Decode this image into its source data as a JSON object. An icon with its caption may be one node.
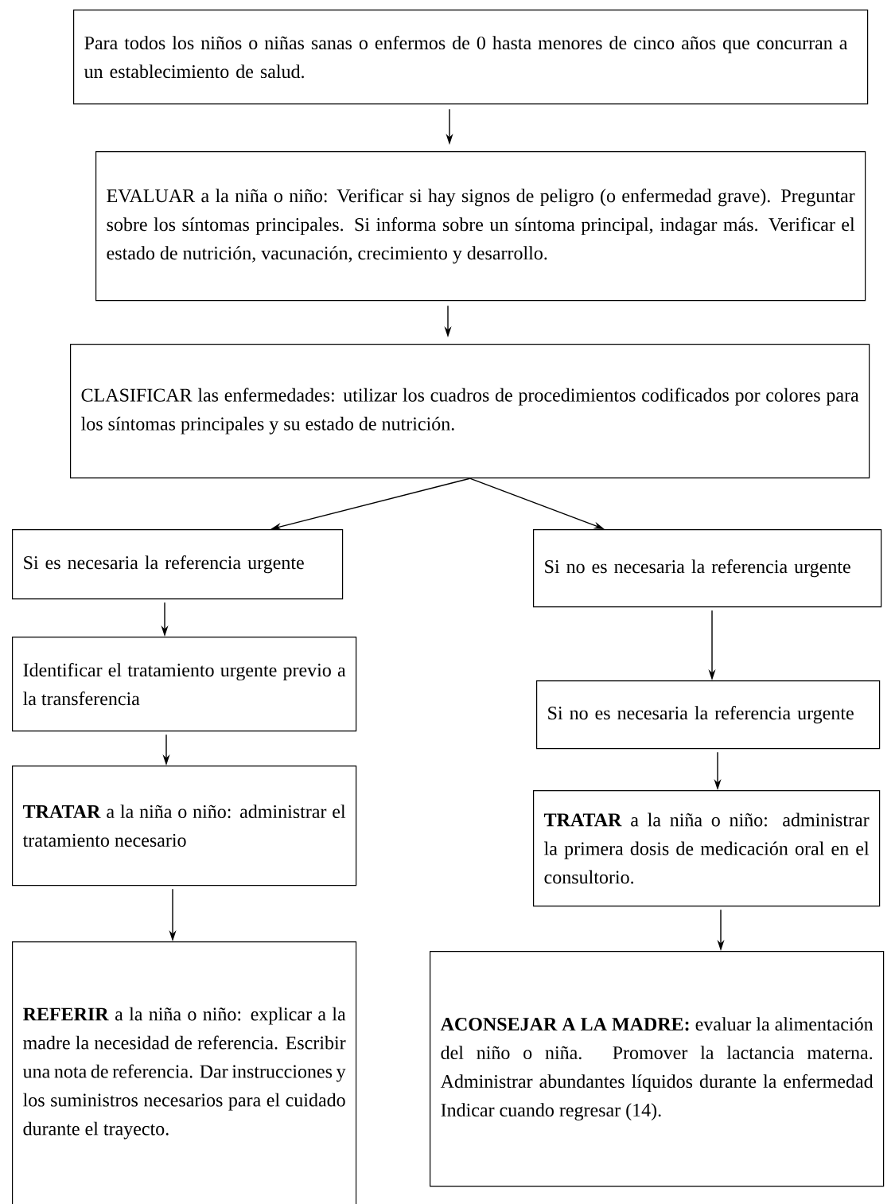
{
  "diagram": {
    "nodes": [
      {
        "text": [
          "Para todos los niños o niñas sanas o enfermos de 0 hasta menores de cinco años que concurran a un establecimiento de salud."
        ]
      },
      {
        "text": [
          "EVALUAR a la niña o niño: Verificar si hay signos de peligro (o enfermedad grave). Preguntar sobre los síntomas principales. Si informa sobre un síntoma principal, indagar más. Verificar el estado de nutrición, vacunación, crecimiento y desarrollo."
        ]
      },
      {
        "text": [
          "CLASIFICAR las enfermedades: utilizar los cuadros de procedimientos codificados por colores para los síntomas principales y su estado de nutrición."
        ]
      },
      {
        "text": [
          "Si es necesaria la referencia urgente"
        ]
      },
      {
        "text": [
          "Si no es necesaria la referencia urgente"
        ]
      },
      {
        "text": [
          "Identificar el tratamiento urgente previo a la transferencia"
        ]
      },
      {
        "text": [
          "Si no es necesaria la referencia urgente"
        ]
      },
      {
        "text": [
          "**TRATAR** a la niña o niño: administrar el tratamiento necesario"
        ]
      },
      {
        "text": [
          "**TRATAR** a la niña o niño: administrar la primera dosis de medicación oral en el consultorio."
        ]
      },
      {
        "text": [
          "**REFERIR** a la niña o niño: explicar a la madre la necesidad de referencia. Escribir una nota de referencia. Dar instrucciones y los suministros necesarios para el cuidado durante el trayecto."
        ]
      },
      {
        "text": [
          "**ACONSEJAR A LA MADRE:** evaluar la alimentación del niño o niña. Promover la lactancia materna. Administrar abundantes líquidos durante la enfermedad Indicar cuando regresar (14)."
        ]
      }
    ],
    "edges": [
      {
        "from": 0,
        "to": 1,
        "arrow": "to"
      },
      {
        "from": 1,
        "to": 2,
        "arrow": "to"
      },
      {
        "from": 2,
        "to": 3,
        "arrow": "to"
      },
      {
        "from": 2,
        "to": 4,
        "arrow": "to"
      },
      {
        "from": 3,
        "to": 5,
        "arrow": "to"
      },
      {
        "from": 4,
        "to": 6,
        "arrow": "to"
      },
      {
        "from": 5,
        "to": 7,
        "arrow": "to"
      },
      {
        "from": 6,
        "to": 8,
        "arrow": "to"
      },
      {
        "from": 7,
        "to": 9,
        "arrow": "to"
      },
      {
        "from": 8,
        "to": 10,
        "arrow": "to"
      }
    ]
  }
}
